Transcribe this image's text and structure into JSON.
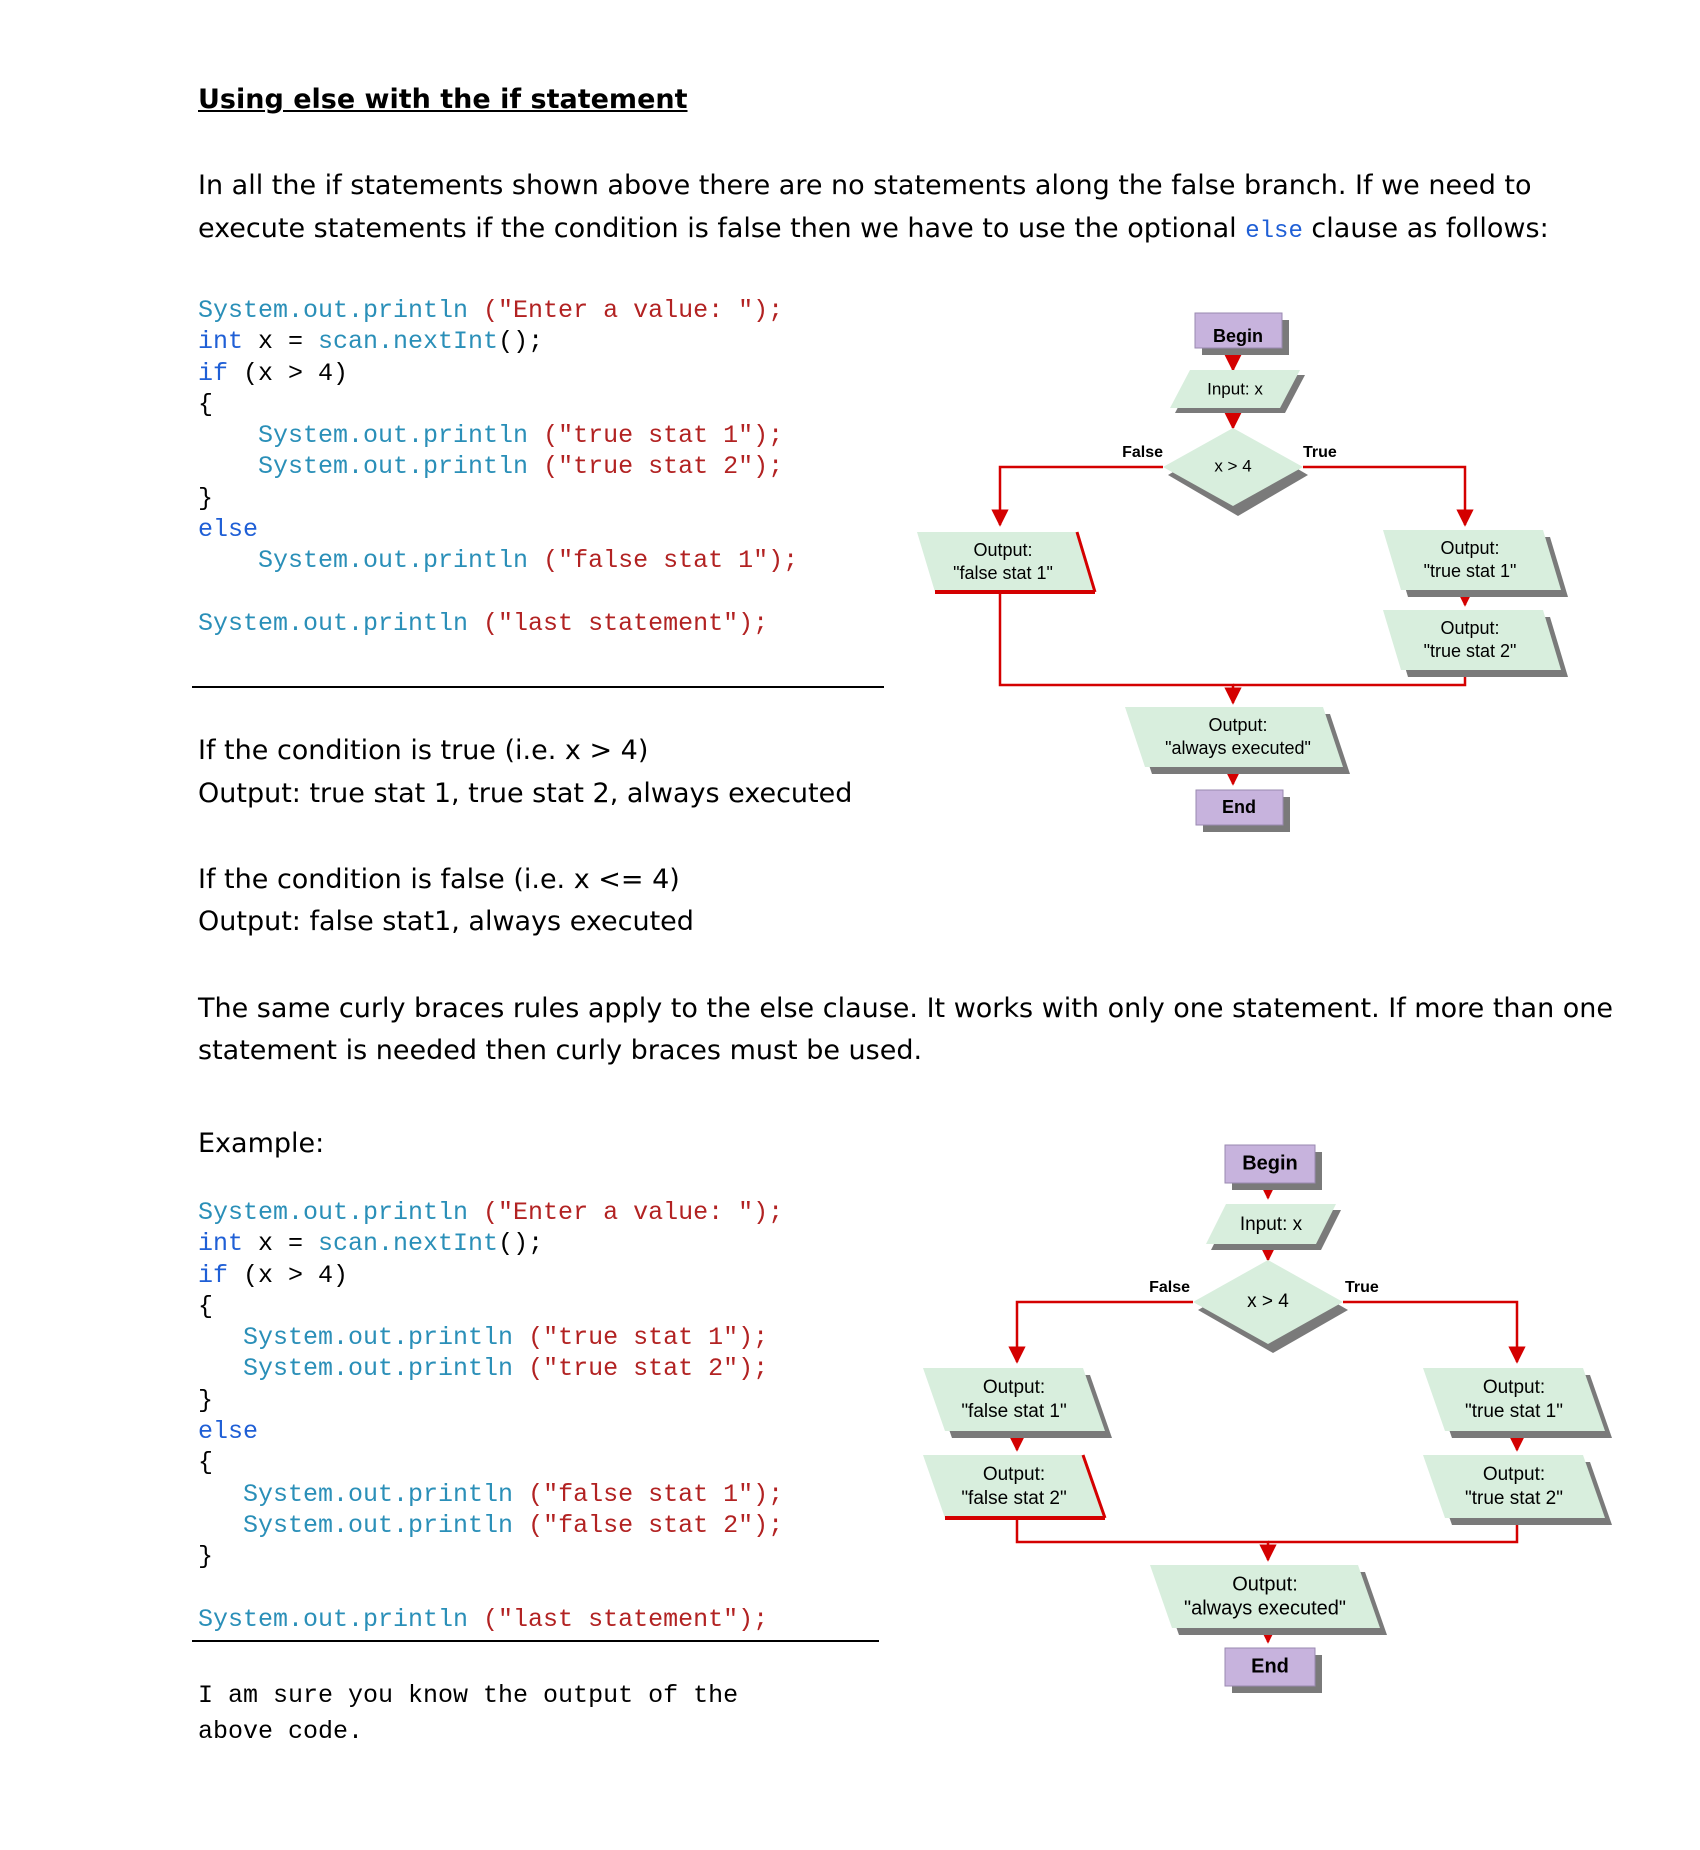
{
  "section": {
    "heading": "Using else with the if statement",
    "intro_line1": "In all the if statements shown above there are no statements along the false branch. If we need to",
    "intro_line2_before": "execute statements if the condition is false then we have to use the optional ",
    "intro_keyword": "else",
    "intro_line2_after": " clause as follows:"
  },
  "code1": {
    "l1_call": "System.out.println",
    "l1_arg": " (\"Enter a value: \");",
    "l2_kw": "int",
    "l2_rest": " x = ",
    "l2_call": "scan.nextInt",
    "l2_end": "();",
    "l3_kw": "if",
    "l3_rest": " (x > 4)",
    "l4": "{",
    "l5_call": "System.out.println",
    "l5_arg": " (\"true stat 1\");",
    "l6_call": "System.out.println",
    "l6_arg": " (\"true stat 2\");",
    "l7": "}",
    "l8_kw": "else",
    "l9_call": "System.out.println",
    "l9_arg": " (\"false stat 1\");",
    "l10_call": "System.out.println",
    "l10_arg": " (\"last statement\");"
  },
  "results": {
    "true_cond": "If the condition is true (i.e. x > 4)",
    "true_out": "Output: true stat 1, true stat 2, always executed",
    "false_cond": "If the condition is false (i.e. x <= 4)",
    "false_out": "Output: false stat1, always executed"
  },
  "braces_note": {
    "line1": "The same curly braces rules apply to the else clause. It works with only one statement. If more than one",
    "line2": "statement is needed then curly braces must be used."
  },
  "example_label": "Example:",
  "code2": {
    "l1_call": "System.out.println",
    "l1_arg": " (\"Enter a value: \");",
    "l2_kw": "int",
    "l2_rest": " x = ",
    "l2_call": "scan.nextInt",
    "l2_end": "();",
    "l3_kw": "if",
    "l3_rest": " (x > 4)",
    "l4": "{",
    "l5_call": "System.out.println",
    "l5_arg": " (\"true stat 1\");",
    "l6_call": "System.out.println",
    "l6_arg": " (\"true stat 2\");",
    "l7": "}",
    "l8_kw": "else",
    "l9": "{",
    "l10_call": "System.out.println",
    "l10_arg": " (\"false stat 1\");",
    "l11_call": "System.out.println",
    "l11_arg": " (\"false stat 2\");",
    "l12": "}",
    "l13_call": "System.out.println",
    "l13_arg": " (\"last statement\");"
  },
  "closing": {
    "line1": "I am sure you know the output of the",
    "line2": "above code."
  },
  "flow1": {
    "begin": "Begin",
    "input": "Input: x",
    "cond": "x > 4",
    "false_label": "False",
    "true_label": "True",
    "false_out_l1": "Output:",
    "false_out_l2": "\"false stat 1\"",
    "true1_l1": "Output:",
    "true1_l2": "\"true stat 1\"",
    "true2_l1": "Output:",
    "true2_l2": "\"true stat 2\"",
    "always_l1": "Output:",
    "always_l2": "\"always executed\"",
    "end": "End"
  },
  "flow2": {
    "begin": "Begin",
    "input": "Input: x",
    "cond": "x > 4",
    "false_label": "False",
    "true_label": "True",
    "false1_l1": "Output:",
    "false1_l2": "\"false stat 1\"",
    "false2_l1": "Output:",
    "false2_l2": "\"false stat 2\"",
    "true1_l1": "Output:",
    "true1_l2": "\"true stat 1\"",
    "true2_l1": "Output:",
    "true2_l2": "\"true stat 2\"",
    "always_l1": "Output:",
    "always_l2": "\"always executed\"",
    "end": "End"
  },
  "colors": {
    "terminal_fill": "#c7b3dd",
    "io_fill": "#d8eedd",
    "flow_line": "#d40000",
    "keyword": "#1f5fd6",
    "method": "#2a8fb8",
    "string": "#b22222"
  }
}
